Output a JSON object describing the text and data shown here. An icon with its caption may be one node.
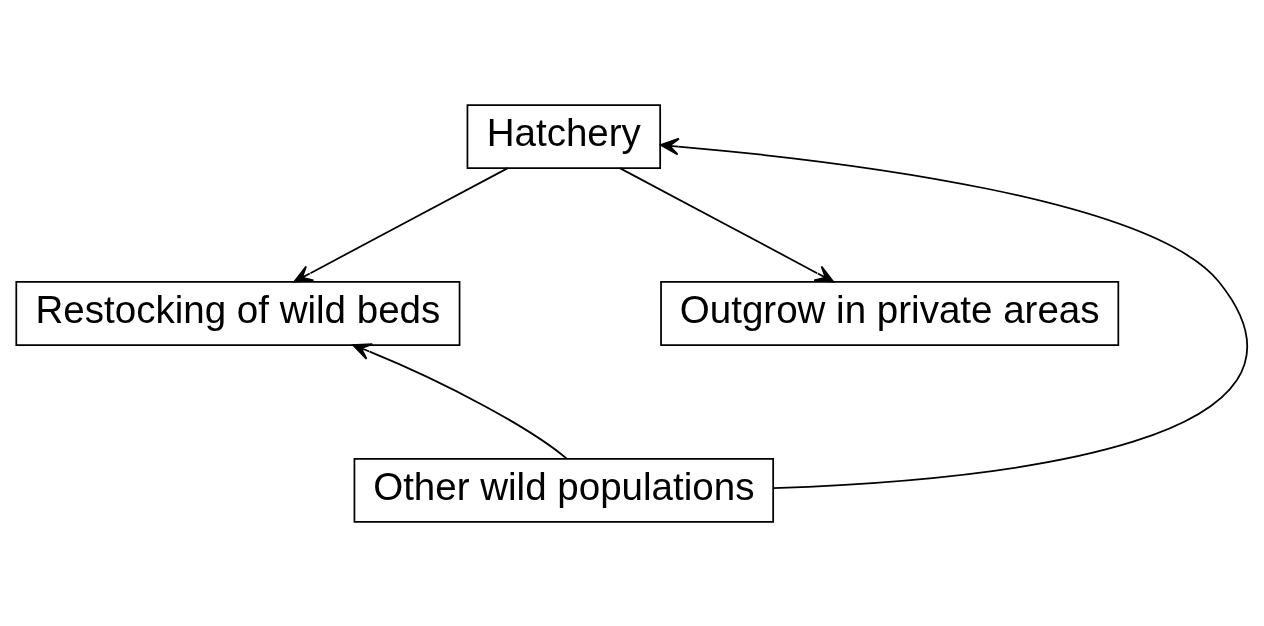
{
  "diagram": {
    "nodes": [
      {
        "text": [
          "Hatchery"
        ]
      },
      {
        "text": [
          "Restocking of wild beds"
        ]
      },
      {
        "text": [
          "Outgrow in private areas"
        ]
      },
      {
        "text": [
          "Other wild populations"
        ]
      }
    ],
    "edges": [
      {
        "from": 0,
        "to": 1,
        "arrow": "to"
      },
      {
        "from": 0,
        "to": 2,
        "arrow": "to"
      },
      {
        "from": 3,
        "to": 1,
        "arrow": "to"
      },
      {
        "from": 3,
        "to": 0,
        "arrow": "to"
      }
    ]
  }
}
